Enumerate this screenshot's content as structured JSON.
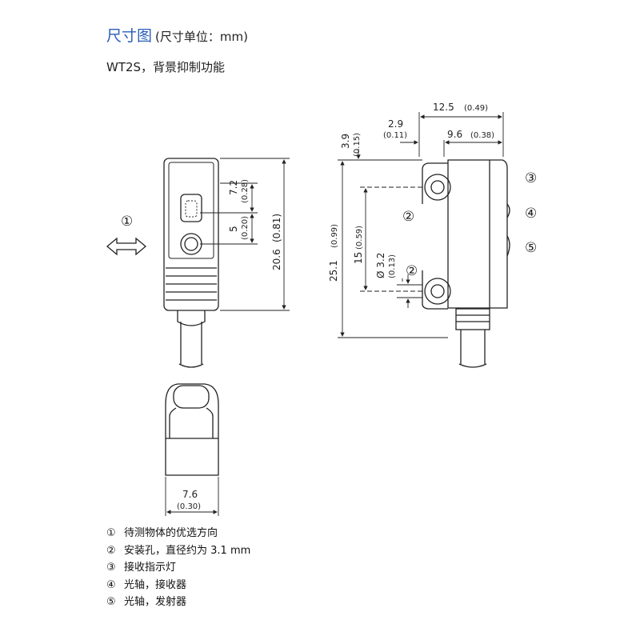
{
  "header": {
    "title": "尺寸图",
    "unit_note": "(尺寸单位：mm)",
    "subtitle": "WT2S，背景抑制功能"
  },
  "dimensions": {
    "front_height": "20.6",
    "front_height_in": "(0.81)",
    "front_top": "7.2",
    "front_top_in": "(0.28)",
    "front_mid": "5",
    "front_mid_in": "(0.20)",
    "bottom_width": "7.6",
    "bottom_width_in": "(0.30)",
    "side_total_width": "12.5",
    "side_total_width_in": "(0.49)",
    "side_offset": "2.9",
    "side_offset_in": "(0.11)",
    "side_body_width": "9.6",
    "side_body_width_in": "(0.38)",
    "side_top_offset": "3.9",
    "side_top_offset_in": "(0.15)",
    "side_height": "25.1",
    "side_height_in": "(0.99)",
    "hole_spacing": "15",
    "hole_spacing_in": "(0.59)",
    "hole_dia": "Ø 3.2",
    "hole_dia_in": "(0.13)"
  },
  "callouts": {
    "c1": "①",
    "c2a": "②",
    "c2b": "②",
    "c3": "③",
    "c4": "④",
    "c5": "⑤"
  },
  "legend": [
    {
      "num": "①",
      "text": "待测物体的优选方向"
    },
    {
      "num": "②",
      "text": "安装孔，直径约为 3.1 mm"
    },
    {
      "num": "③",
      "text": "接收指示灯"
    },
    {
      "num": "④",
      "text": "光轴，接收器"
    },
    {
      "num": "⑤",
      "text": "光轴，发射器"
    }
  ],
  "colors": {
    "title": "#2a5fb8",
    "line": "#222222",
    "body": "#ffffff"
  }
}
